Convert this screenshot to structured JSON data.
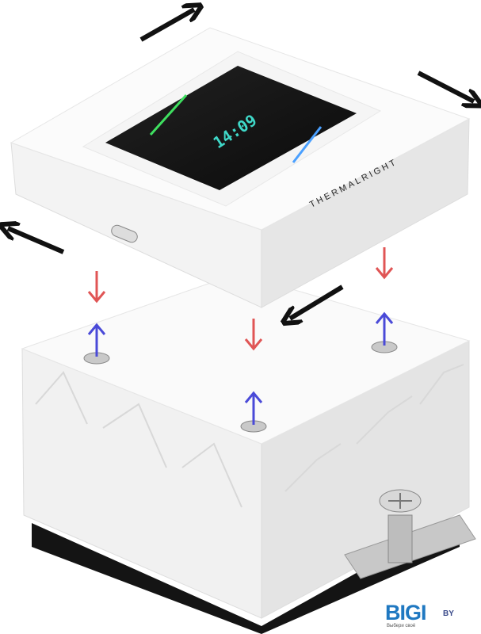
{
  "product": {
    "screen_time": "14:09",
    "brand_text": "THERMALRIGHT"
  },
  "watermark": {
    "name": "BIGI",
    "suffix": "BY",
    "tagline": "Выбери своё"
  },
  "colors": {
    "move_arrow": "#111111",
    "down_arrow": "#e05555",
    "up_arrow": "#4a4ad8",
    "logo": "#1f78c1",
    "screen_accent": "#3fd8c8"
  }
}
